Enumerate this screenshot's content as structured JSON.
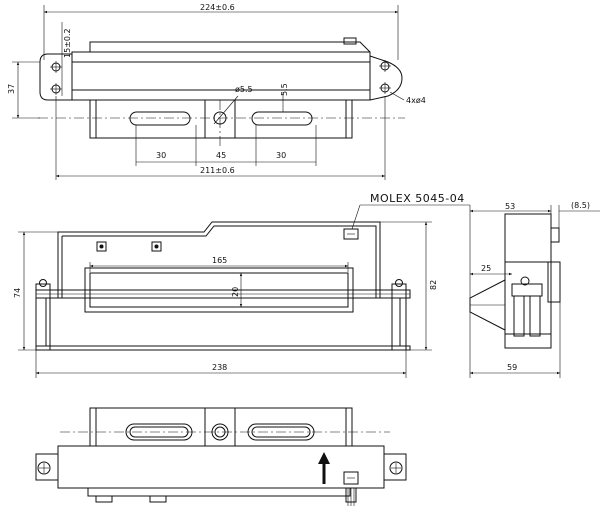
{
  "top_view": {
    "dims": {
      "overall_width": "224±0.6",
      "hole_spacing_v": "15±0.2",
      "height": "37",
      "hole_dia": "ø5.5",
      "slot_width": "5.5",
      "mount_holes": "4xø4",
      "slot_left": "30",
      "center_span": "45",
      "slot_right": "30",
      "bottom_width": "211±0.6"
    }
  },
  "front_view": {
    "connector_label": "MOLEX 5045-04",
    "dims": {
      "window_width": "165",
      "window_height": "20",
      "height_left": "74",
      "height_right": "82",
      "overall_width": "238"
    }
  },
  "side_view": {
    "dims": {
      "top_width": "53",
      "offset": "(8.5)",
      "depth": "25",
      "bottom_width": "59"
    }
  }
}
